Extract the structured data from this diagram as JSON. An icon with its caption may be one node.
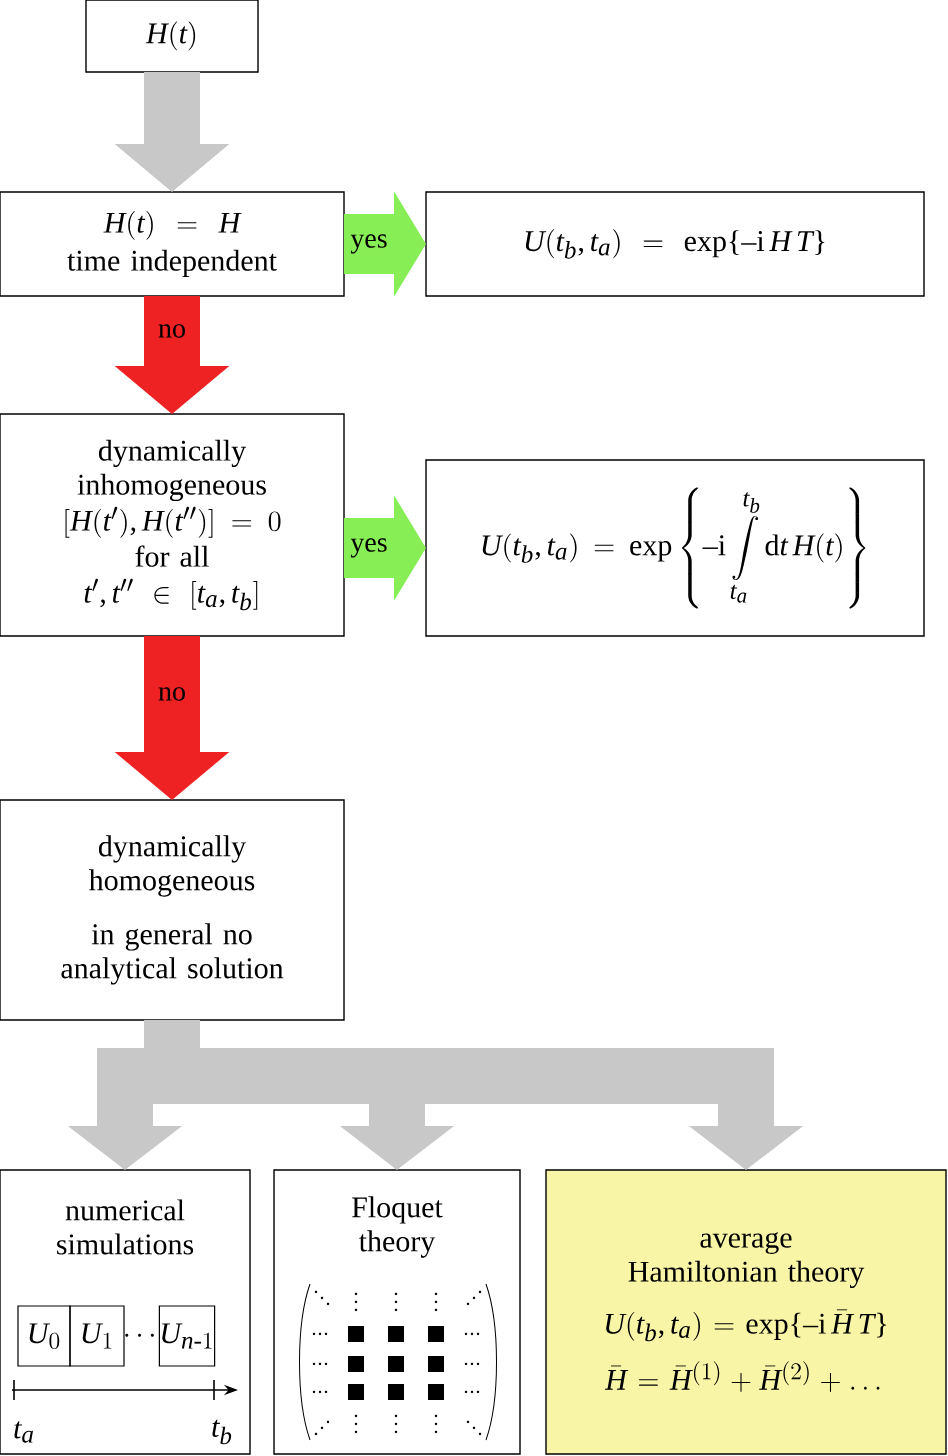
{
  "diagram": {
    "nodes": [
      {
        "text": [
          "H(t)"
        ]
      },
      {
        "text": [
          "H(t)=H",
          "time independent"
        ]
      },
      {
        "text": [
          "U(t_b,t_a)=\\exp\\{-\\mathrm{i}\\,H\\,T\\}"
        ]
      },
      {
        "text": [
          "dynamically inhomogeneous",
          "[H(t'),H(t'')]=0",
          "for all",
          "t',t''\\in[t_a,t_b]"
        ]
      },
      {
        "text": [
          "U(t_b,t_a)=\\exp\\left\\{-\\mathrm{i}\\int\\limits_{t_a}^{t_b}\\mathrm{d}t\\,H(t)\\right\\}"
        ]
      },
      {
        "text": [
          "dynamically homogeneous",
          "in general no analytical solution"
        ]
      },
      {
        "text": [
          "numerical simulations"
        ]
      },
      {
        "text": [
          "U_0"
        ],
        "in": 6
      },
      {
        "text": [
          "U_1"
        ],
        "in": 6
      },
      {
        "text": [
          "U_{n\\text{-}1}"
        ],
        "in": 6
      },
      {
        "text": [
          "Floquet theory"
        ]
      },
      {
        "text": [
          "average Hamiltonian theory",
          "U(t_b,t_a)=\\exp\\{-\\mathrm{i}\\,\\bar{H}\\,T\\}",
          "\\bar{H}=\\bar{H}^{(1)}+\\bar{H}^{(2)}+\\dots"
        ]
      }
    ],
    "edges": [
      {
        "from": 0,
        "to": 1,
        "arrow": "to"
      },
      {
        "from": 1,
        "to": 2,
        "arrow": "to",
        "label": "yes",
        "color": "#88ee55"
      },
      {
        "from": 1,
        "to": 3,
        "arrow": "to",
        "label": "no",
        "color": "#ee2222"
      },
      {
        "from": 3,
        "to": 4,
        "arrow": "to",
        "label": "yes",
        "color": "#88ee55"
      },
      {
        "from": 3,
        "to": 5,
        "arrow": "to",
        "label": "no",
        "color": "#ee2222"
      },
      {
        "from": 5,
        "to": 6,
        "arrow": "to"
      },
      {
        "from": 5,
        "to": 10,
        "arrow": "to"
      },
      {
        "from": 5,
        "to": 11,
        "arrow": "to"
      }
    ],
    "labels": [
      "\\cdots",
      "t_a",
      "t_b"
    ]
  }
}
